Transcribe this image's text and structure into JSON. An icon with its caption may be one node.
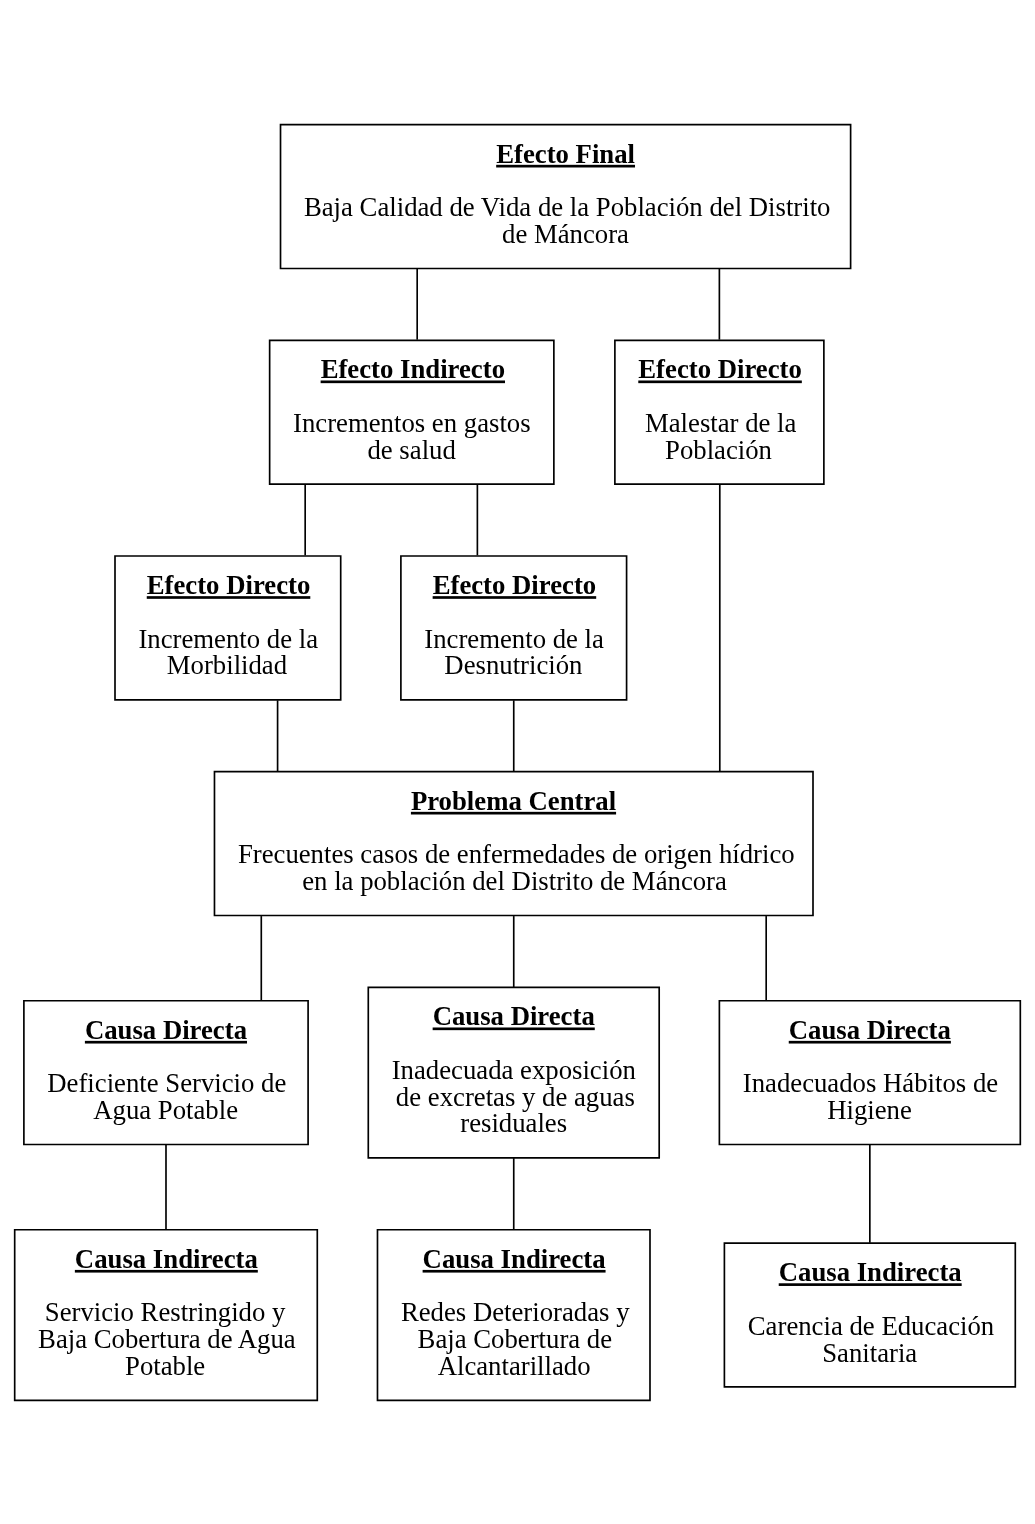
{
  "diagram": {
    "nodes": [
      {
        "text": [
          "Efecto Final",
          "Baja Calidad de Vida de la Población del Distrito de Máncora"
        ]
      },
      {
        "text": [
          "Efecto Indirecto",
          "Incrementos en gastos de salud"
        ]
      },
      {
        "text": [
          "Efecto Directo",
          "Incremento de la Morbilidad"
        ]
      },
      {
        "text": [
          "Efecto Directo",
          "Incremento de la Desnutrición"
        ]
      },
      {
        "text": [
          "Efecto Directo",
          "Malestar de la Población"
        ]
      },
      {
        "text": [
          "Problema Central",
          "Frecuentes casos de enfermedades de origen hídrico en la población del Distrito de Máncora"
        ]
      },
      {
        "text": [
          "Causa Directa",
          "Deficiente Servicio de Agua Potable"
        ]
      },
      {
        "text": [
          "Causa Directa",
          "Inadecuada exposición de excretas y de aguas residuales"
        ]
      },
      {
        "text": [
          "Causa Directa",
          "Inadecuados Hábitos de Higiene"
        ]
      },
      {
        "text": [
          "Causa Indirecta",
          "Servicio Restringido y Baja Cobertura de Agua Potable"
        ]
      },
      {
        "text": [
          "Causa Indirecta",
          "Redes Deterioradas y Baja Cobertura de Alcantarillado"
        ]
      },
      {
        "text": [
          "Causa Indirecta",
          "Carencia de Educación Sanitaria"
        ]
      }
    ],
    "edges": [
      {
        "from": 0,
        "to": 1,
        "arrow": "none"
      },
      {
        "from": 0,
        "to": 4,
        "arrow": "none"
      },
      {
        "from": 1,
        "to": 2,
        "arrow": "none"
      },
      {
        "from": 1,
        "to": 3,
        "arrow": "none"
      },
      {
        "from": 2,
        "to": 5,
        "arrow": "none"
      },
      {
        "from": 3,
        "to": 5,
        "arrow": "none"
      },
      {
        "from": 4,
        "to": 5,
        "arrow": "none"
      },
      {
        "from": 5,
        "to": 6,
        "arrow": "none"
      },
      {
        "from": 5,
        "to": 7,
        "arrow": "none"
      },
      {
        "from": 5,
        "to": 8,
        "arrow": "none"
      },
      {
        "from": 6,
        "to": 9,
        "arrow": "none"
      },
      {
        "from": 7,
        "to": 10,
        "arrow": "none"
      },
      {
        "from": 8,
        "to": 11,
        "arrow": "none"
      }
    ]
  }
}
